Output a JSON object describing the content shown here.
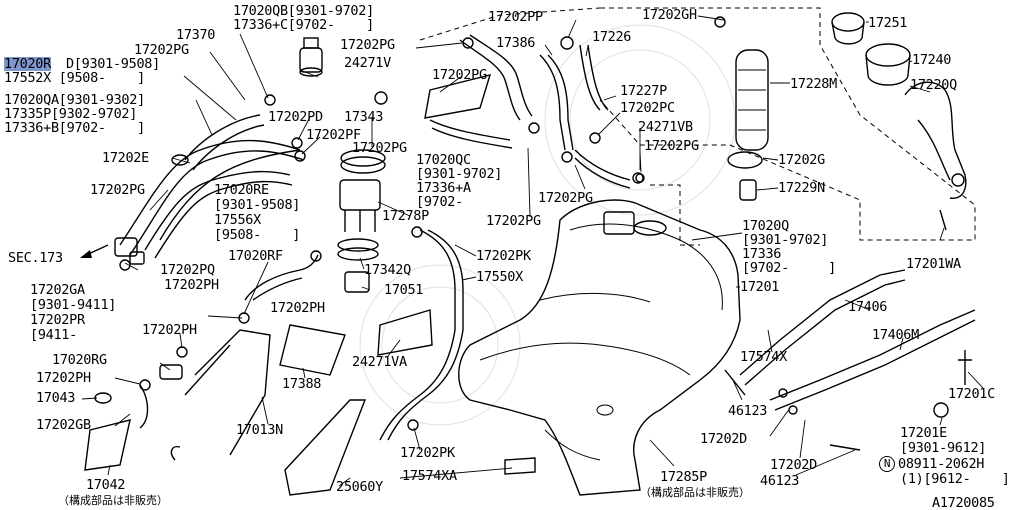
{
  "diagram_id": "A1720085",
  "highlighted_part": "17020R",
  "highlight_color": "#7f96cf",
  "labels": {
    "l17020qb": "17020QB[9301-9702]",
    "l17336c": "17336+C[9702-    ]",
    "l17370": "17370",
    "l17202pg_tl": "17202PG",
    "l17020r_code": "17020R",
    "l17020r_rest": "D[9301-9508]",
    "l17552x": "17552X [9508-    ]",
    "l17020qa": "17020QA[9301-9302]",
    "l17335p": "17335P[9302-9702]",
    "l17336b": "17336+B[9702-    ]",
    "l17202pd": "17202PD",
    "l17202pf": "17202PF",
    "l17202e": "17202E",
    "l17202pg_l": "17202PG",
    "l17020re": "17020RE",
    "l9301_9508": "[9301-9508]",
    "l17556x": "17556X",
    "l9508": "[9508-    ]",
    "lsec173": "SEC.173",
    "l17202ga": "17202GA",
    "l9301_9411": "[9301-9411]",
    "l17202pr": "17202PR",
    "l9411": "[9411-",
    "l17202pq": "17202PQ",
    "l17020rf": "17020RF",
    "l17202ph_1": "17202PH",
    "l17202ph_2": "17202PH",
    "l17202ph_3": "17202PH",
    "l17202ph_4": "17202PH",
    "l17020rg": "17020RG",
    "l17043": "17043",
    "l17202gb": "17202GB",
    "l17013n": "17013N",
    "l17042": "17042",
    "ljp_left": "（構成部品は非販売）",
    "l17388": "17388",
    "l24271va": "24271VA",
    "l25060y": "25060Y",
    "l17574xa": "17574XA",
    "l17202pk_1": "17202PK",
    "l17202pk_2": "17202PK",
    "l17550x": "17550X",
    "l17342q": "17342Q",
    "l17051": "17051",
    "l17278p": "17278P",
    "l17343": "17343",
    "l17202pg_c": "17202PG",
    "l24271v": "24271V",
    "l17202pg_c2": "17202PG",
    "l17202pg_top": "17202PG",
    "l17020qc": "17020QC",
    "l9301_9702": "[9301-9702]",
    "l17336a": "17336+A",
    "l9702": "[9702-",
    "l17202pg_c3": "17202PG",
    "l17202pg_c4": "17202PG",
    "l17202pp": "17202PP",
    "l17386": "17386",
    "l17226": "17226",
    "l17227p": "17227P",
    "l17202pc": "17202PC",
    "l24271vb": "24271VB",
    "l17202pg_r": "17202PG",
    "l17202gh": "17202GH",
    "l17251": "17251",
    "l17240": "17240",
    "l17228m": "17228M",
    "l17220q": "17220Q",
    "l17202g": "17202G",
    "l17229n": "17229N",
    "l17020q": "17020Q",
    "l9301_9702b": "[9301-9702]",
    "l17336": "17336",
    "l9702b": "[9702-     ]",
    "l17201wa": "17201WA",
    "l17201": "17201",
    "l17406": "17406",
    "l17406m": "17406M",
    "l17574x": "17574X",
    "l17201c": "17201C",
    "l46123_1": "46123",
    "l46123_2": "46123",
    "l17202d_1": "17202D",
    "l17202d_2": "17202D",
    "l17201e": "17201E",
    "l9301_9612": "[9301-9612]",
    "lN": "N",
    "l08911": "08911-2062H",
    "l1_9612": "(1)[9612-    ]",
    "l17285p": "17285P",
    "ljp_right": "（構成部品は非販売）",
    "lcode": "A1720085"
  }
}
